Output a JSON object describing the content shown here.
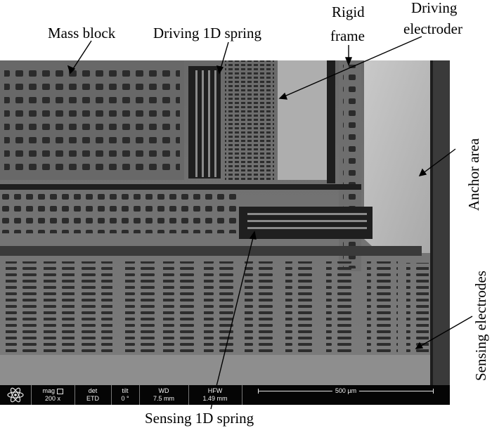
{
  "labels": {
    "mass_block": "Mass block",
    "driving_spring": "Driving 1D spring",
    "rigid_frame_line1": "Rigid",
    "rigid_frame_line2": "frame",
    "driving_electrode_line1": "Driving",
    "driving_electrode_line2": "electroder",
    "anchor_area": "Anchor area",
    "sensing_electrodes": "Sensing electrodes",
    "sensing_spring": "Sensing 1D spring"
  },
  "sem_bar": {
    "mag_label": "mag",
    "mag_value": "200 x",
    "det_label": "det",
    "det_value": "ETD",
    "tilt_label": "tilt",
    "tilt_value": "0 °",
    "wd_label": "WD",
    "wd_value": "7.5 mm",
    "hfw_label": "HFW",
    "hfw_value": "1.49 mm",
    "scale_label": "500 µm"
  },
  "colors": {
    "background": "#ffffff",
    "device_surface": "#7a7a7a",
    "anchor": "#bdbdbd",
    "holes": "#2a2a2a",
    "trench": "#1e1e1e",
    "info_bar": "#050505"
  }
}
